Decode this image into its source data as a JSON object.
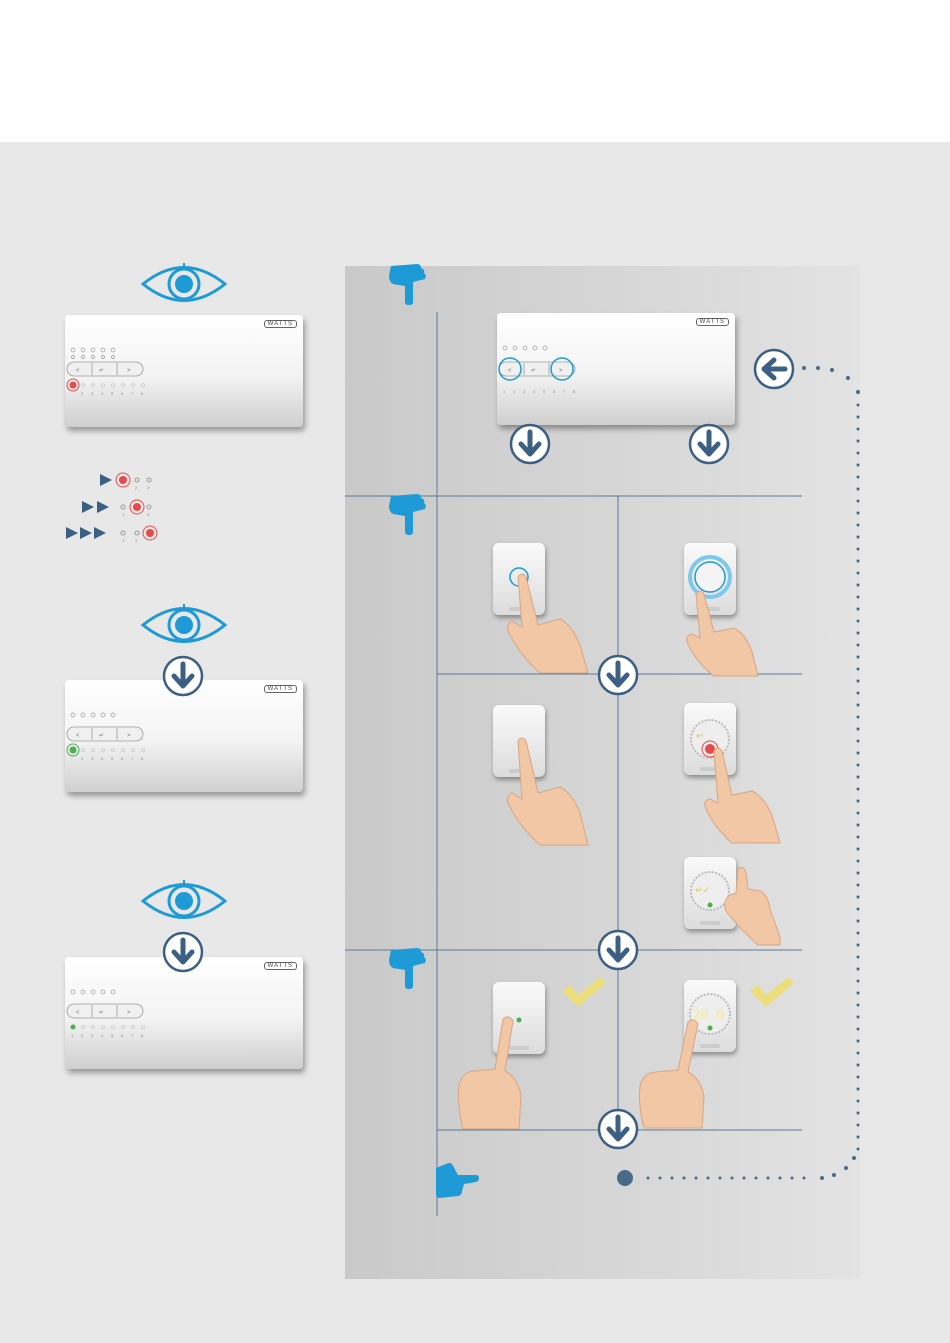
{
  "brand": "WATTS",
  "display": {
    "reading": "20.0"
  },
  "base_numbers": [
    "1",
    "2",
    "3",
    "4",
    "5",
    "6",
    "7",
    "8"
  ],
  "legend_numbers": [
    "1",
    "2",
    "3"
  ],
  "colors": {
    "accent_blue": "#1e9ad6",
    "arrow_blue": "#3c5f84",
    "line": "#5a7a96",
    "dot": "#4a6a8a",
    "check": "#ecde7c",
    "led_red": "#e84a4a",
    "led_green": "#4caf50"
  },
  "icons": [
    "eye-icon",
    "pointing-hand-icon",
    "arrow-down-icon",
    "arrow-left-icon",
    "checkmark-icon"
  ]
}
